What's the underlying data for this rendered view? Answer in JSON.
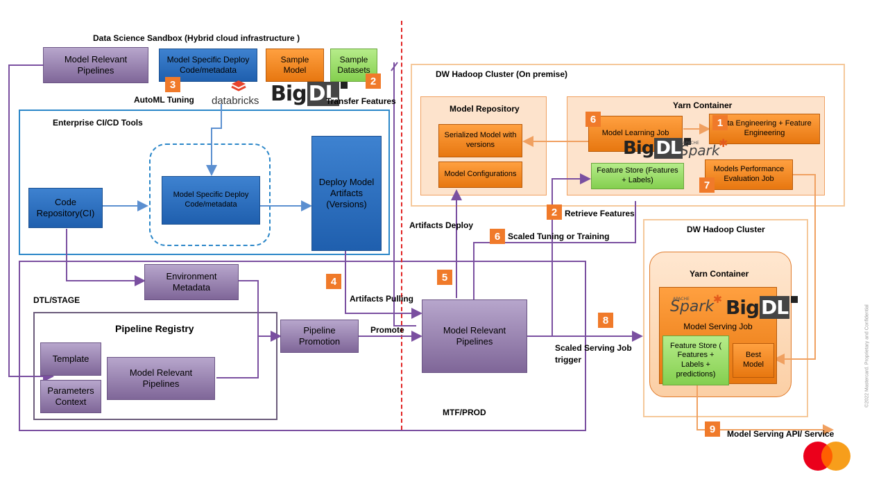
{
  "regions": {
    "sandbox_title": "Data Science Sandbox (Hybrid cloud infrastructure )",
    "enterprise_cicd": "Enterprise CI/CD Tools",
    "dtl_stage": "DTL/STAGE",
    "pipeline_registry": "Pipeline Registry",
    "mtf_prod": "MTF/PROD",
    "dw_onprem": "DW Hadoop Cluster (On premise)",
    "model_repository": "Model Repository",
    "yarn_container_top": "Yarn Container",
    "dw_cluster": "DW Hadoop Cluster",
    "yarn_container_bottom": "Yarn Container"
  },
  "boxes": {
    "sandbox_pipelines": "Model Relevant Pipelines",
    "sandbox_deploy_code": "Model Specific Deploy Code/metadata",
    "sample_model": "Sample Model",
    "sample_datasets": "Sample Datasets",
    "code_repo": "Code Repository(CI)",
    "cicd_deploy_code": "Model Specific Deploy Code/metadata",
    "deploy_artifacts": "Deploy Model Artifacts (Versions)",
    "env_metadata": "Environment Metadata",
    "template": "Template",
    "params_context": "Parameters Context",
    "registry_pipelines": "Model Relevant Pipelines",
    "pipeline_promotion": "Pipeline Promotion",
    "prod_pipelines": "Model Relevant Pipelines",
    "serialized_model": "Serialized Model with versions",
    "model_configs": "Model Configurations",
    "model_learning_job": "Model Learning Job",
    "data_engineering": "Data Engineering + Feature Engineering",
    "feature_store": "Feature Store (Features + Labels)",
    "perf_eval": "Models Performance Evaluation Job",
    "model_serving_job": "Model Serving Job",
    "serving_feature_store": "Feature Store ( Features + Labels + predictions)",
    "best_model": "Best Model"
  },
  "labels": {
    "automl": "AutoML Tuning",
    "databricks": "databricks",
    "transfer_features": "Transfer Features",
    "retrieve_features": "Retrieve Features",
    "artifacts_deploy": "Artifacts Deploy",
    "scaled_tuning": "Scaled Tuning or Training",
    "artifacts_pulling": "Artifacts Pulling",
    "promote": "Promote",
    "scaled_serving": "Scaled Serving Job trigger",
    "serving_api": "Model Serving API/ Service",
    "copyright": "©2022 Mastercard. Proprietary and Confidential"
  },
  "badges": {
    "b3": "3",
    "b2a": "2",
    "b6a": "6",
    "b1": "1",
    "b7": "7",
    "b2b": "2",
    "b6b": "6",
    "b4": "4",
    "b5": "5",
    "b8": "8",
    "b9": "9"
  },
  "logos": {
    "bigdl_big": "Big",
    "bigdl_dl": "DL",
    "spark": "Spark",
    "apache": "APACHE"
  },
  "colors": {
    "purple": "#7f6698",
    "blue": "#1f5fae",
    "orange": "#e77710",
    "green": "#84cf4f",
    "badge": "#f07a2a",
    "divider": "#e02020",
    "cluster_border": "#f5c89a"
  }
}
